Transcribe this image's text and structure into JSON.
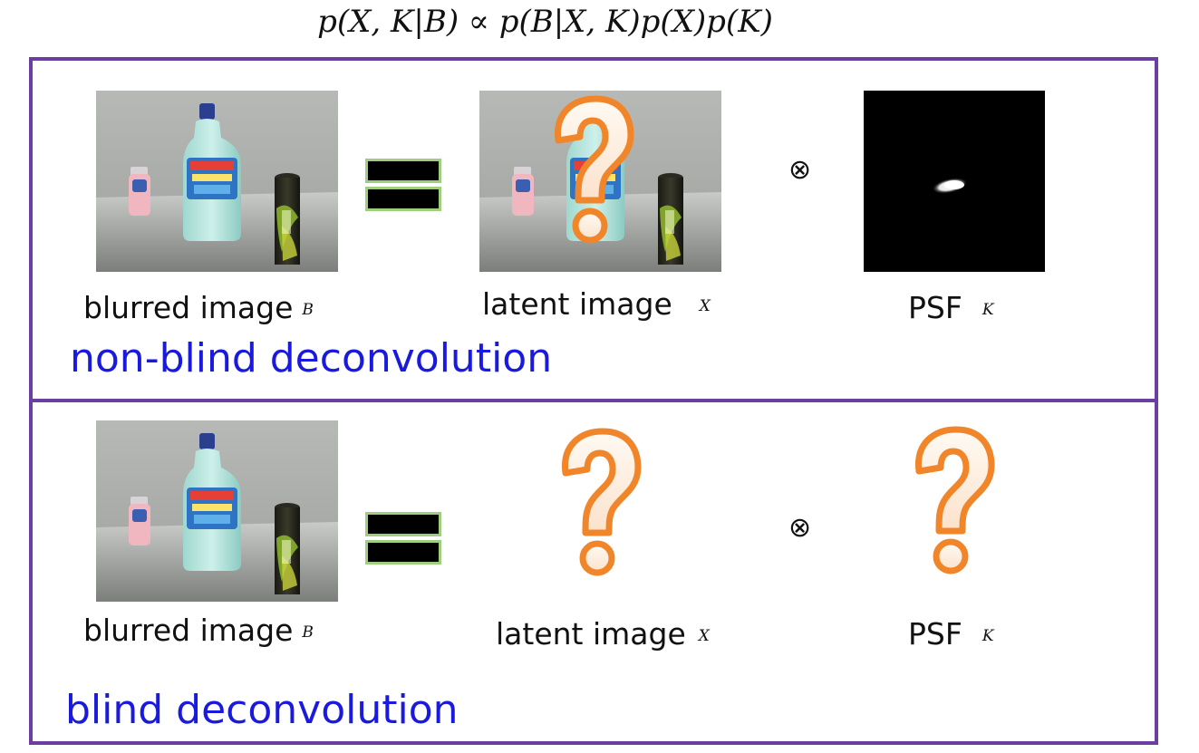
{
  "formula": "p(X, K|B) ∝ p(B|X, K)p(X)p(K)",
  "colors": {
    "panel_border": "#6b3fa0",
    "title": "#1a1adf",
    "question_mark": "#f0852a",
    "equals_outline": "#9fcf7e"
  },
  "operator": "⊗",
  "nonblind": {
    "title": "non-blind deconvolution",
    "blurred": {
      "label": "blurred image",
      "var": "B"
    },
    "latent": {
      "label": "latent image",
      "var": "X"
    },
    "psf": {
      "label": "PSF",
      "var": "K"
    }
  },
  "blind": {
    "title": "blind deconvolution",
    "blurred": {
      "label": "blurred image",
      "var": "B"
    },
    "latent": {
      "label": "latent image",
      "var": "X"
    },
    "psf": {
      "label": "PSF",
      "var": "K"
    }
  },
  "icons": [
    "equals-icon",
    "convolution-icon",
    "question-mark-icon"
  ]
}
